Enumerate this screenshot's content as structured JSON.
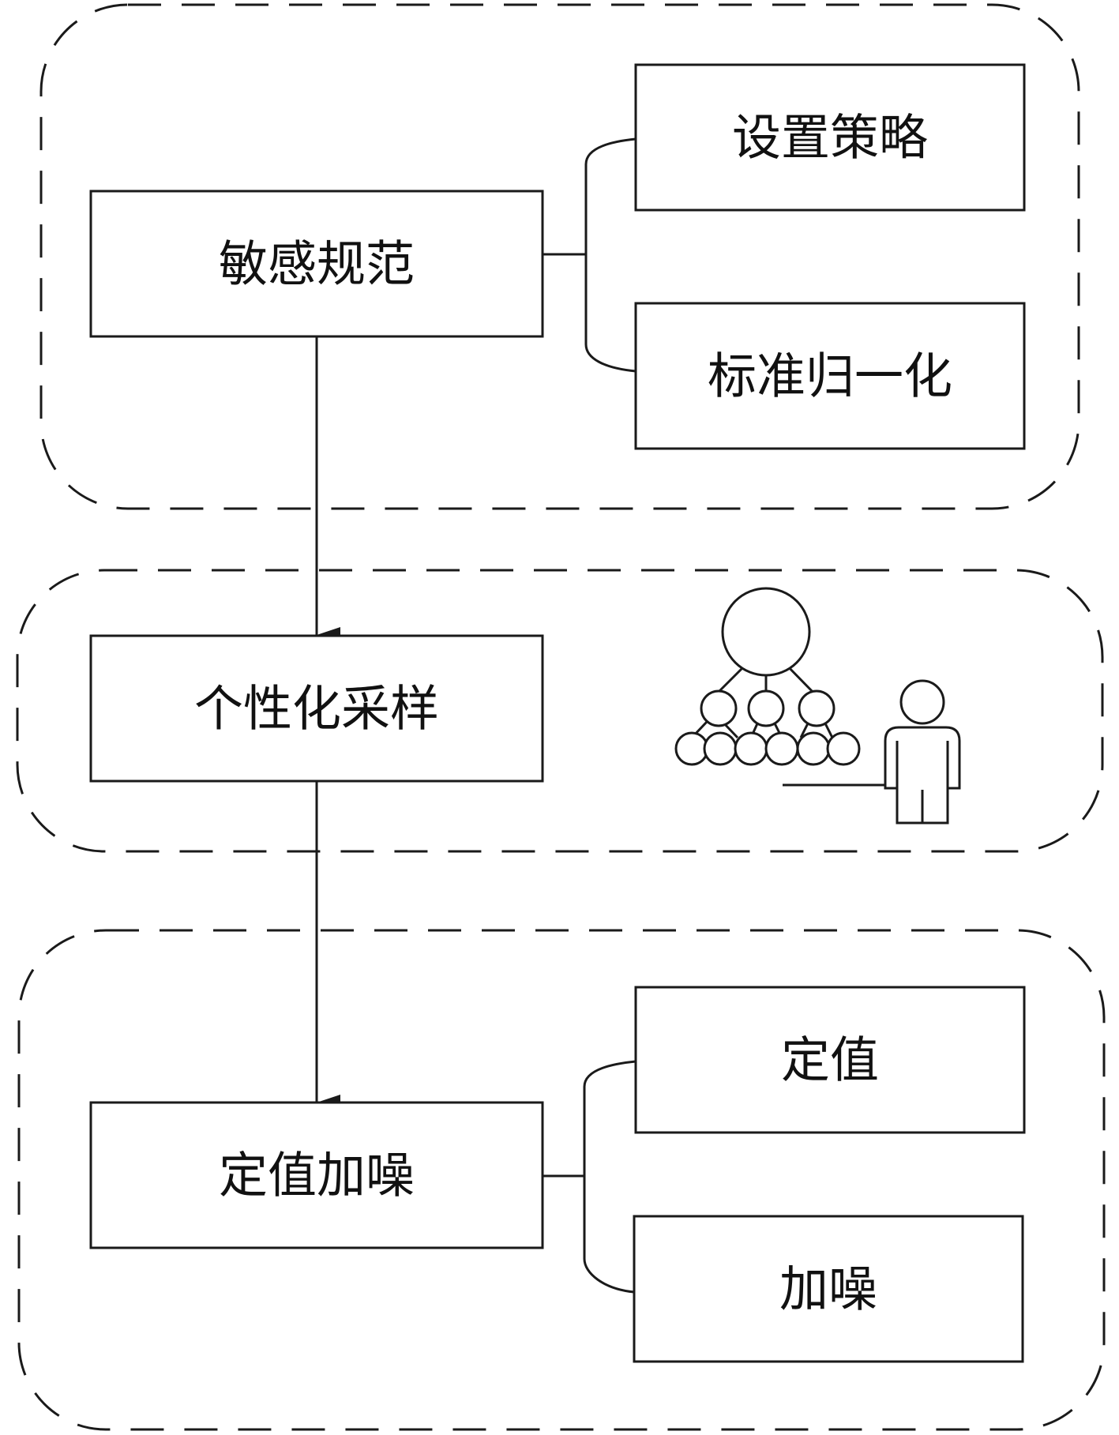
{
  "colors": {
    "line": "#1a1a1a",
    "background": "#ffffff",
    "text": "#111111"
  },
  "sections": [
    {
      "main": {
        "label": "敏感规范"
      },
      "options": [
        {
          "label": "设置策略"
        },
        {
          "label": "标准归一化"
        }
      ]
    },
    {
      "main": {
        "label": "个性化采样"
      },
      "icon": "hierarchy-tree-with-person-icon"
    },
    {
      "main": {
        "label": "定值加噪"
      },
      "options": [
        {
          "label": "定值"
        },
        {
          "label": "加噪"
        }
      ]
    }
  ]
}
